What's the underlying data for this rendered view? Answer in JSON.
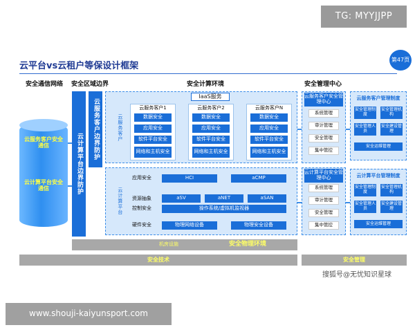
{
  "overlay": {
    "tg": "TG: MYYJJPP",
    "url": "www.shouji-kaiyunsport.com"
  },
  "slide": {
    "title": "云平台vs云租户等保设计框架",
    "page_badge": "第47页"
  },
  "headers": {
    "net": "安全通信网络",
    "boundary": "安全区域边界",
    "compute": "安全计算环境",
    "mgmt": "安全管理中心"
  },
  "left": {
    "tenant_comm": "云服务客户安全通信",
    "platform_comm": "云计算平台安全通信"
  },
  "boundary": {
    "platform": "云计算平台边界防护",
    "tenant": "云服务客户边界防护"
  },
  "tenant_zone": {
    "label": "云服务客户",
    "iaas": "IaaS服务",
    "customers": [
      {
        "name": "云服务客户1",
        "items": [
          "数据安全",
          "应用安全",
          "软件平台安全",
          "网络和主机安全"
        ]
      },
      {
        "name": "云服务客户2",
        "items": [
          "数据安全",
          "应用安全",
          "软件平台安全",
          "网络和主机安全"
        ]
      },
      {
        "name": "云服务客户N",
        "items": [
          "数据安全",
          "应用安全",
          "软件平台安全",
          "网络和主机安全"
        ]
      }
    ]
  },
  "platform_zone": {
    "label": "云计算平台",
    "rows": [
      {
        "name": "应用安全",
        "cells": [
          "HCI",
          "aCMP"
        ]
      },
      {
        "name": "资源抽象",
        "cells": [
          "aSV",
          "aNET",
          "aSAN"
        ]
      },
      {
        "name": "控制安全",
        "cells": [
          "操作系统/虚拟机监视器"
        ]
      },
      {
        "name": "硬件安全",
        "cells": [
          "物理网络设备",
          "物理安全设备"
        ]
      }
    ]
  },
  "mgmt": {
    "tenant_center": "云服务客户安全管理中心",
    "platform_center": "云计算平台安全管理中心",
    "items": [
      "系统管理",
      "审计管理",
      "安全管理",
      "集中管控"
    ]
  },
  "policy": {
    "tenant_title": "云服务客户管理制度",
    "platform_title": "云计算平台管理制度",
    "grid": [
      "安全管理制度",
      "安全管理机构",
      "安全管理人员",
      "安全建设管理"
    ],
    "ops": "安全运维管理"
  },
  "bottom": {
    "machine_room": "机房设施",
    "physical_env": "安全物理环境",
    "tech": "安全技术",
    "management": "安全管理"
  },
  "watermark": "搜狐号@无忧知识星球"
}
